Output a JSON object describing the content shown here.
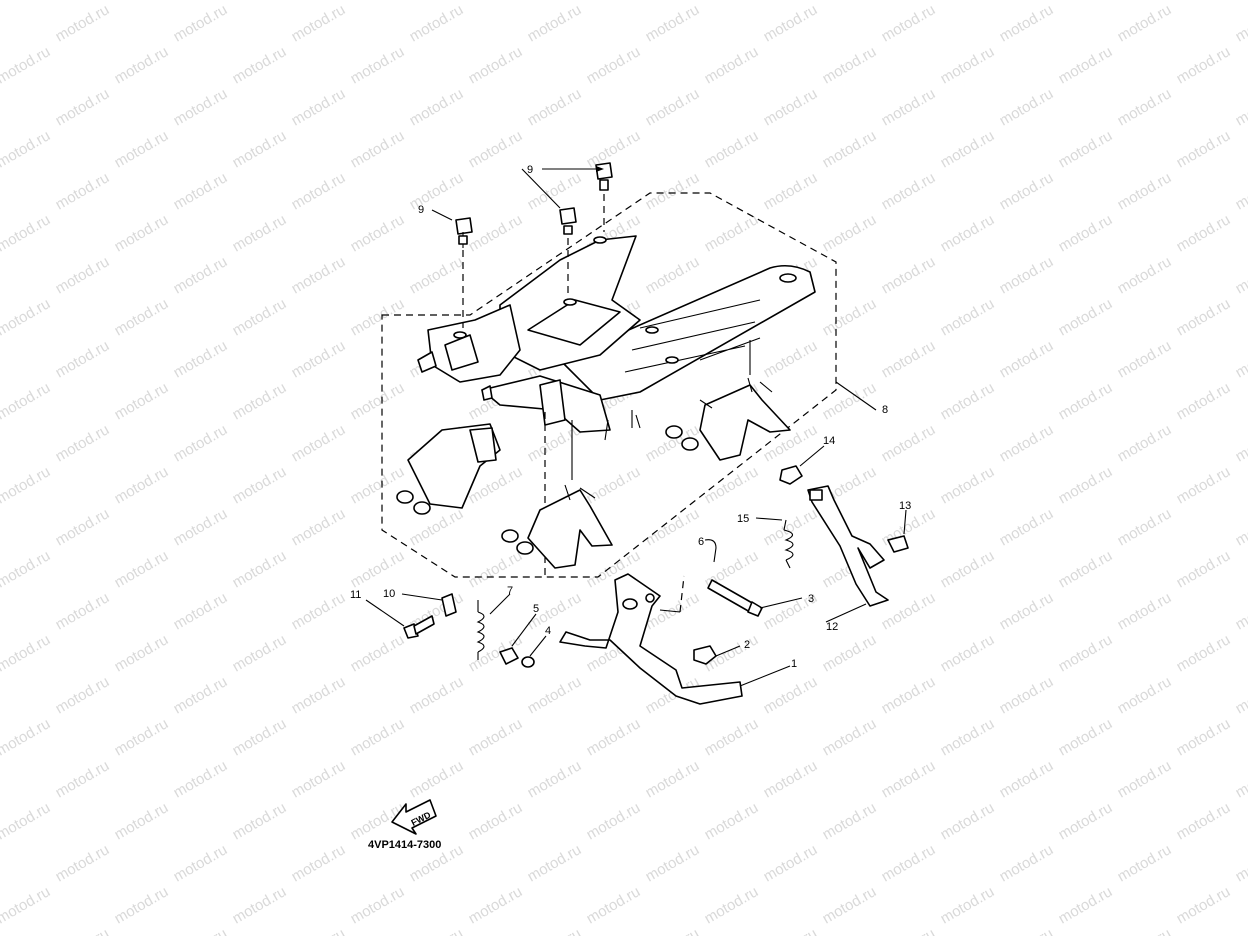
{
  "watermark": "motod.ru",
  "diagram_code": "4VP1414-7300",
  "fwd_label": "FWD",
  "callouts": [
    "9",
    "9",
    "8",
    "14",
    "13",
    "15",
    "6",
    "3",
    "12",
    "11",
    "10",
    "7",
    "5",
    "4",
    "2",
    "1"
  ]
}
